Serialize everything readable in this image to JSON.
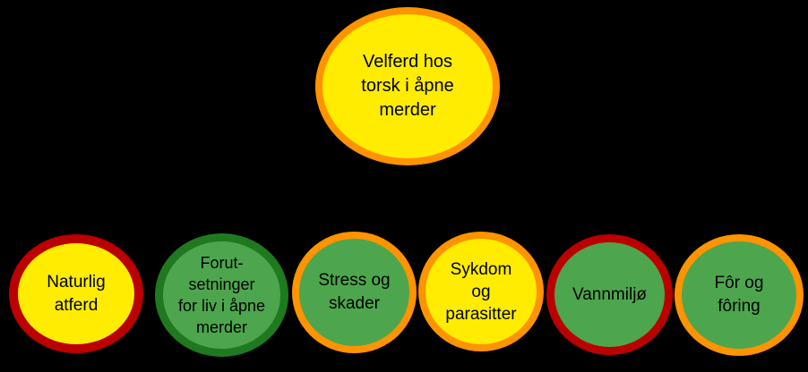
{
  "diagram": {
    "background": "#000000",
    "text_color": "#000000",
    "root": {
      "lines": [
        "Velferd hos",
        "torsk i åpne",
        "merder"
      ],
      "fill": "#FFEC00",
      "border": "#FF9300"
    },
    "children": [
      {
        "lines": [
          "Naturlig",
          "atferd"
        ],
        "fill": "#FFEC00",
        "border": "#BB0000"
      },
      {
        "lines": [
          "Forut-",
          "setninger",
          "for liv i åpne",
          "merder"
        ],
        "fill": "#4DA64D",
        "border": "#1F7A1F"
      },
      {
        "lines": [
          "Stress og",
          "skader"
        ],
        "fill": "#4DA64D",
        "border": "#FF9300"
      },
      {
        "lines": [
          "Sykdom",
          "og",
          "parasitter"
        ],
        "fill": "#FFEC00",
        "border": "#FF9300"
      },
      {
        "lines": [
          "Vannmiljø"
        ],
        "fill": "#4DA64D",
        "border": "#BB0000"
      },
      {
        "lines": [
          "Fôr og",
          "fôring"
        ],
        "fill": "#4DA64D",
        "border": "#FF9300"
      }
    ]
  }
}
